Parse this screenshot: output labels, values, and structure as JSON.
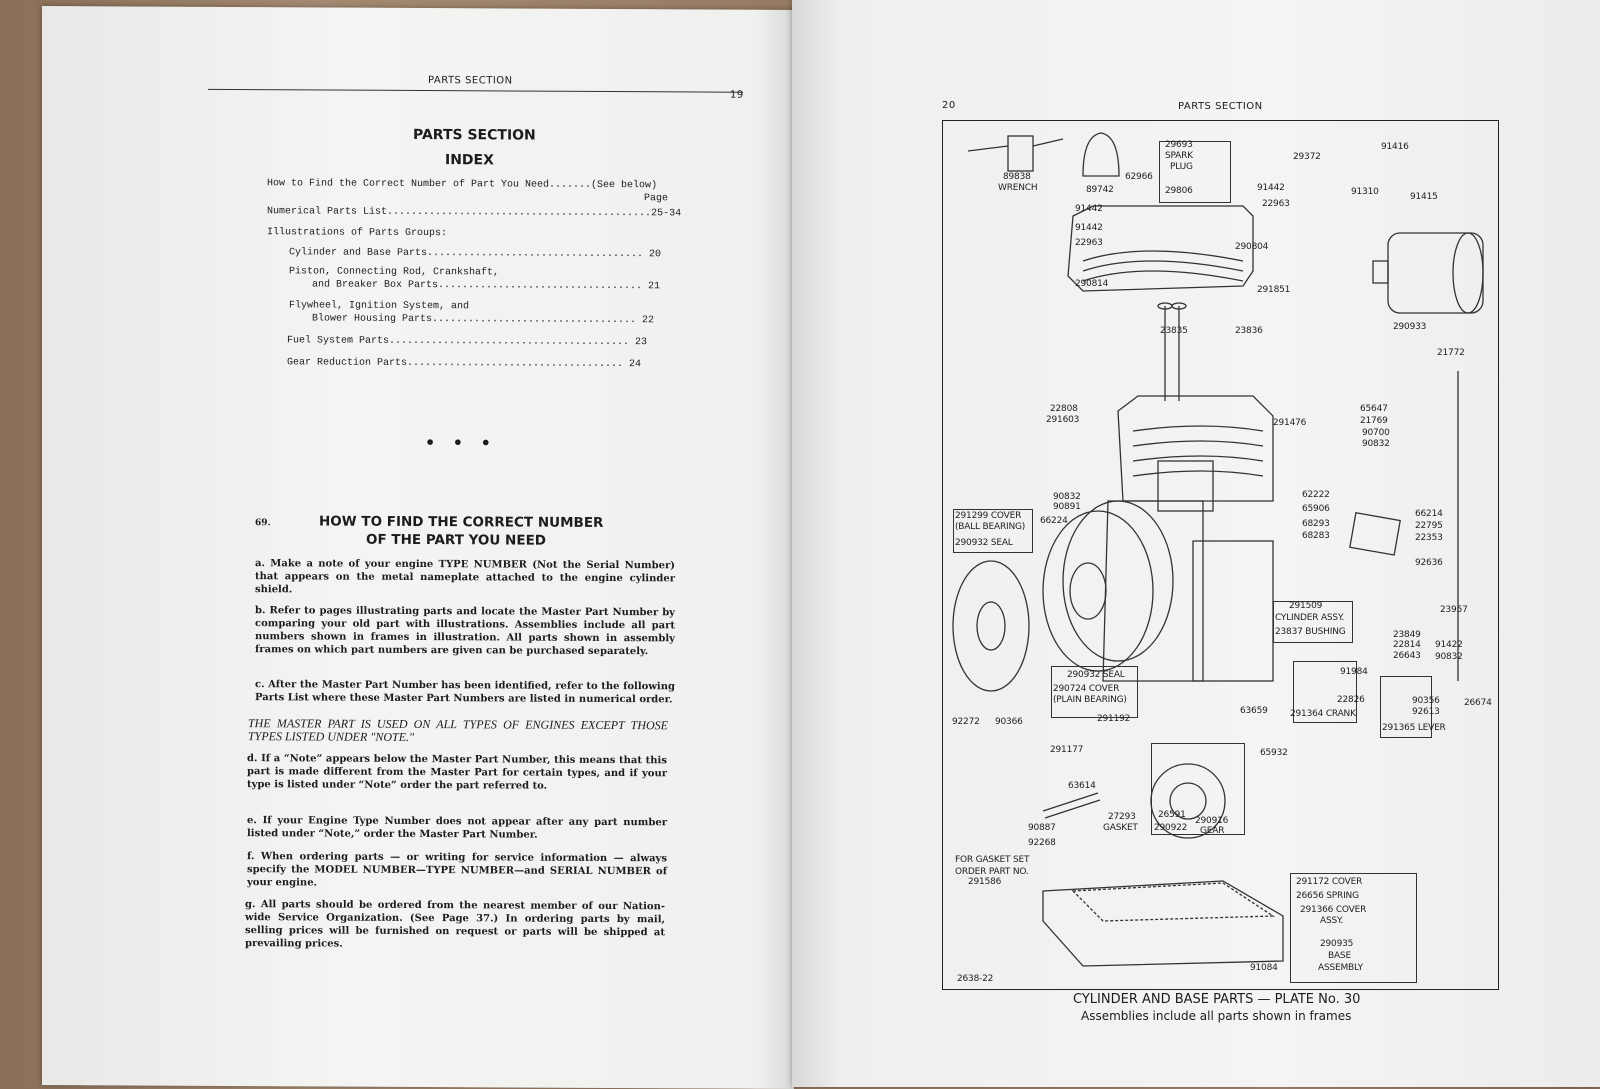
{
  "left_page": {
    "running_header": "PARTS SECTION",
    "page_number": "19",
    "title": "PARTS SECTION",
    "subtitle": "INDEX",
    "index": [
      {
        "text": "How to Find the Correct Number of Part You Need.......(See below)"
      },
      {
        "text": "Page"
      },
      {
        "text": "Numerical Parts List............................................25-34"
      },
      {
        "text": "Illustrations of Parts Groups:"
      },
      {
        "text": "Cylinder and Base Parts.................................... 20"
      },
      {
        "text": "Piston, Connecting Rod, Crankshaft,"
      },
      {
        "text": "and Breaker Box Parts.................................. 21"
      },
      {
        "text": "Flywheel, Ignition System, and"
      },
      {
        "text": "Blower Housing Parts.................................. 22"
      },
      {
        "text": "Fuel System Parts........................................ 23"
      },
      {
        "text": "Gear Reduction Parts.................................... 24"
      }
    ],
    "separator": "•  •  •",
    "section_number": "69.",
    "section_title_1": "HOW TO FIND THE CORRECT NUMBER",
    "section_title_2": "OF THE PART YOU NEED",
    "paragraphs": {
      "a": "a. Make a note of your engine TYPE NUMBER (Not the Serial Number) that appears on the metal nameplate attached to the engine cylinder shield.",
      "b": "b. Refer to pages illustrating parts and locate the Master Part Number by comparing your old part with illustrations. Assemblies include all part numbers shown in frames in illustration. All parts shown in assembly frames on which part numbers are given can be purchased separately.",
      "c": "c. After the Master Part Number has been identified, refer to the following Parts List where these Master Part Numbers are listed in numerical order.",
      "note": "THE MASTER PART IS USED ON ALL TYPES OF ENGINES EXCEPT THOSE TYPES LISTED UNDER \"NOTE.\"",
      "d": "d. If a “Note” appears below the Master Part Number, this means that this part is made different from the Master Part for certain types, and if your type is listed under “Note” order the part referred to.",
      "e": "e. If your Engine Type Number does not appear after any part number listed under “Note,” order the Master Part Number.",
      "f": "f. When ordering parts — or writing for service information — always specify the MODEL NUMBER—TYPE NUMBER—and SERIAL NUMBER of your engine.",
      "g": "g. All parts should be ordered from the nearest member of our Nation-wide Service Organization. (See Page 37.) In ordering parts by mail, selling prices will be furnished on request or parts will be shipped at prevailing prices."
    }
  },
  "right_page": {
    "page_number": "20",
    "running_header": "PARTS SECTION",
    "labels": [
      "89838",
      "WRENCH",
      "89742",
      "62966",
      "29693",
      "SPARK",
      "PLUG",
      "29806",
      "29372",
      "91416",
      "91310",
      "91415",
      "91442",
      "22963",
      "91442",
      "91442",
      "22963",
      "290804",
      "290814",
      "291851",
      "290933",
      "23835",
      "23836",
      "21772",
      "22808",
      "291603",
      "291476",
      "65647",
      "21769",
      "90700",
      "90832",
      "90832",
      "90891",
      "66224",
      "62222",
      "65906",
      "68293",
      "68283",
      "66214",
      "22795",
      "22353",
      "92636",
      "291299 COVER",
      "(BALL BEARING)",
      "290932 SEAL",
      "291509",
      "CYLINDER ASSY.",
      "23837 BUSHING",
      "23957",
      "23849",
      "22814",
      "26643",
      "91422",
      "90832",
      "91984",
      "22826",
      "290932 SEAL",
      "290724 COVER",
      "(PLAIN BEARING)",
      "92272",
      "90366",
      "90356",
      "92613",
      "26674",
      "291364 CRANK",
      "291365 LEVER",
      "291192",
      "63659",
      "291177",
      "65932",
      "63614",
      "27293",
      "GASKET",
      "26591",
      "290922",
      "290916",
      "GEAR",
      "90887",
      "92268",
      "FOR GASKET SET",
      "ORDER PART NO.",
      "291586",
      "291172 COVER",
      "26656 SPRING",
      "291366 COVER",
      "ASSY.",
      "290935",
      "BASE",
      "ASSEMBLY",
      "91084",
      "2638-22"
    ],
    "caption": "CYLINDER AND BASE PARTS — PLATE No. 30",
    "caption_sub": "Assemblies include all parts shown in frames"
  }
}
